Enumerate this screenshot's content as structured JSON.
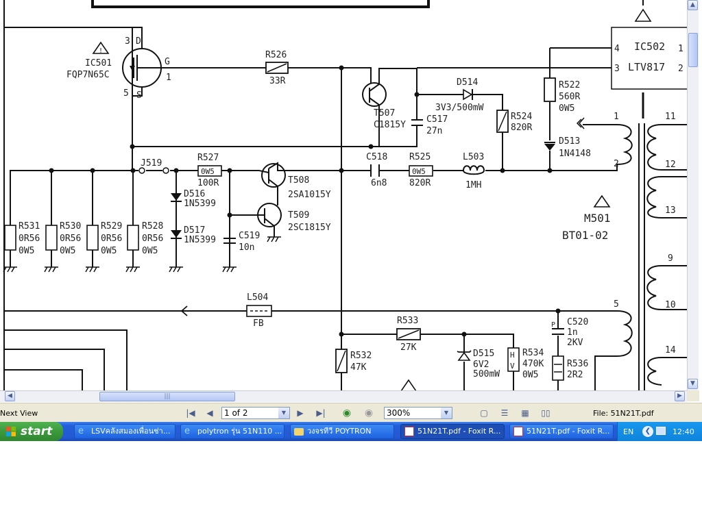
{
  "schematic": {
    "labels": {
      "ic501": "IC501",
      "ic501_part": "FQP7N65C",
      "pin_d": "D",
      "pin_g": "G",
      "pin_s": "S",
      "pin3": "3",
      "pin1": "1",
      "pin5": "5",
      "r526": "R526",
      "r526_val": "33R",
      "t507": "T507",
      "t507_part": "C1815Y",
      "c517": "C517",
      "c517_val": "27n",
      "d514": "D514",
      "d514_val": "3V3/500mW",
      "r524": "R524",
      "r524_val": "820R",
      "r522": "R522",
      "r522_val": "560R",
      "r522_w": "0W5",
      "d513": "D513",
      "d513_part": "1N4148",
      "ic502": "IC502",
      "ic502_part": "LTV817",
      "ic502_p4": "4",
      "ic502_p3": "3",
      "ic502_p1": "1",
      "ic502_p2": "2",
      "j519": "J519",
      "r527": "R527",
      "r527_body": "0W5",
      "r527_val": "100R",
      "t508": "T508",
      "t508_part": "2SA1015Y",
      "t509": "T509",
      "t509_part": "2SC1815Y",
      "c518": "C518",
      "c518_val": "6n8",
      "r525": "R525",
      "r525_body": "0W5",
      "r525_val": "820R",
      "l503": "L503",
      "l503_val": "1MH",
      "d516": "D516",
      "d516_part": "1N5399",
      "d517": "D517",
      "d517_part": "1N5399",
      "c519": "C519",
      "c519_val": "10n",
      "r531": "R531",
      "r530": "R530",
      "r529": "R529",
      "r528": "R528",
      "rs_val": "0R56",
      "rs_w": "0W5",
      "l504": "L504",
      "l504_val": "FB",
      "r533": "R533",
      "r533_val": "27K",
      "r532": "R532",
      "r532_val": "47K",
      "d515": "D515",
      "d515_val": "6V2",
      "d515_w": "500mW",
      "r534": "R534",
      "r534_val": "470K",
      "r534_w": "0W5",
      "hv_h": "H",
      "hv_v": "V",
      "c520": "C520",
      "c520_val": "1n",
      "c520_v": "2KV",
      "c520_p": "P",
      "r536": "R536",
      "r536_val": "2R2",
      "m501": "M501",
      "m501_part": "BT01-02",
      "tx_1": "1",
      "tx_2": "2",
      "tx_5": "5",
      "tx_11": "11",
      "tx_12": "12",
      "tx_13": "13",
      "tx_9": "9",
      "tx_10": "10",
      "tx_14": "14",
      "warn": "!"
    }
  },
  "hscroll": {
    "grip": "|||"
  },
  "navbar": {
    "next_view": "Next View",
    "page_value": "1 of 2",
    "zoom_value": "300%",
    "file_label": "File: 51N21T.pdf"
  },
  "taskbar": {
    "start_label": "start",
    "tasks": [
      {
        "label": "LSVคลังสมองเพื่อนช่า..."
      },
      {
        "label": "polytron รุ่น 51N110 ..."
      },
      {
        "label": "วงจรทีวี POYTRON"
      },
      {
        "label": "51N21T.pdf - Foxit R..."
      },
      {
        "label": "51N21T.pdf - Foxit R..."
      }
    ],
    "lang": "EN",
    "clock": "12:40"
  }
}
